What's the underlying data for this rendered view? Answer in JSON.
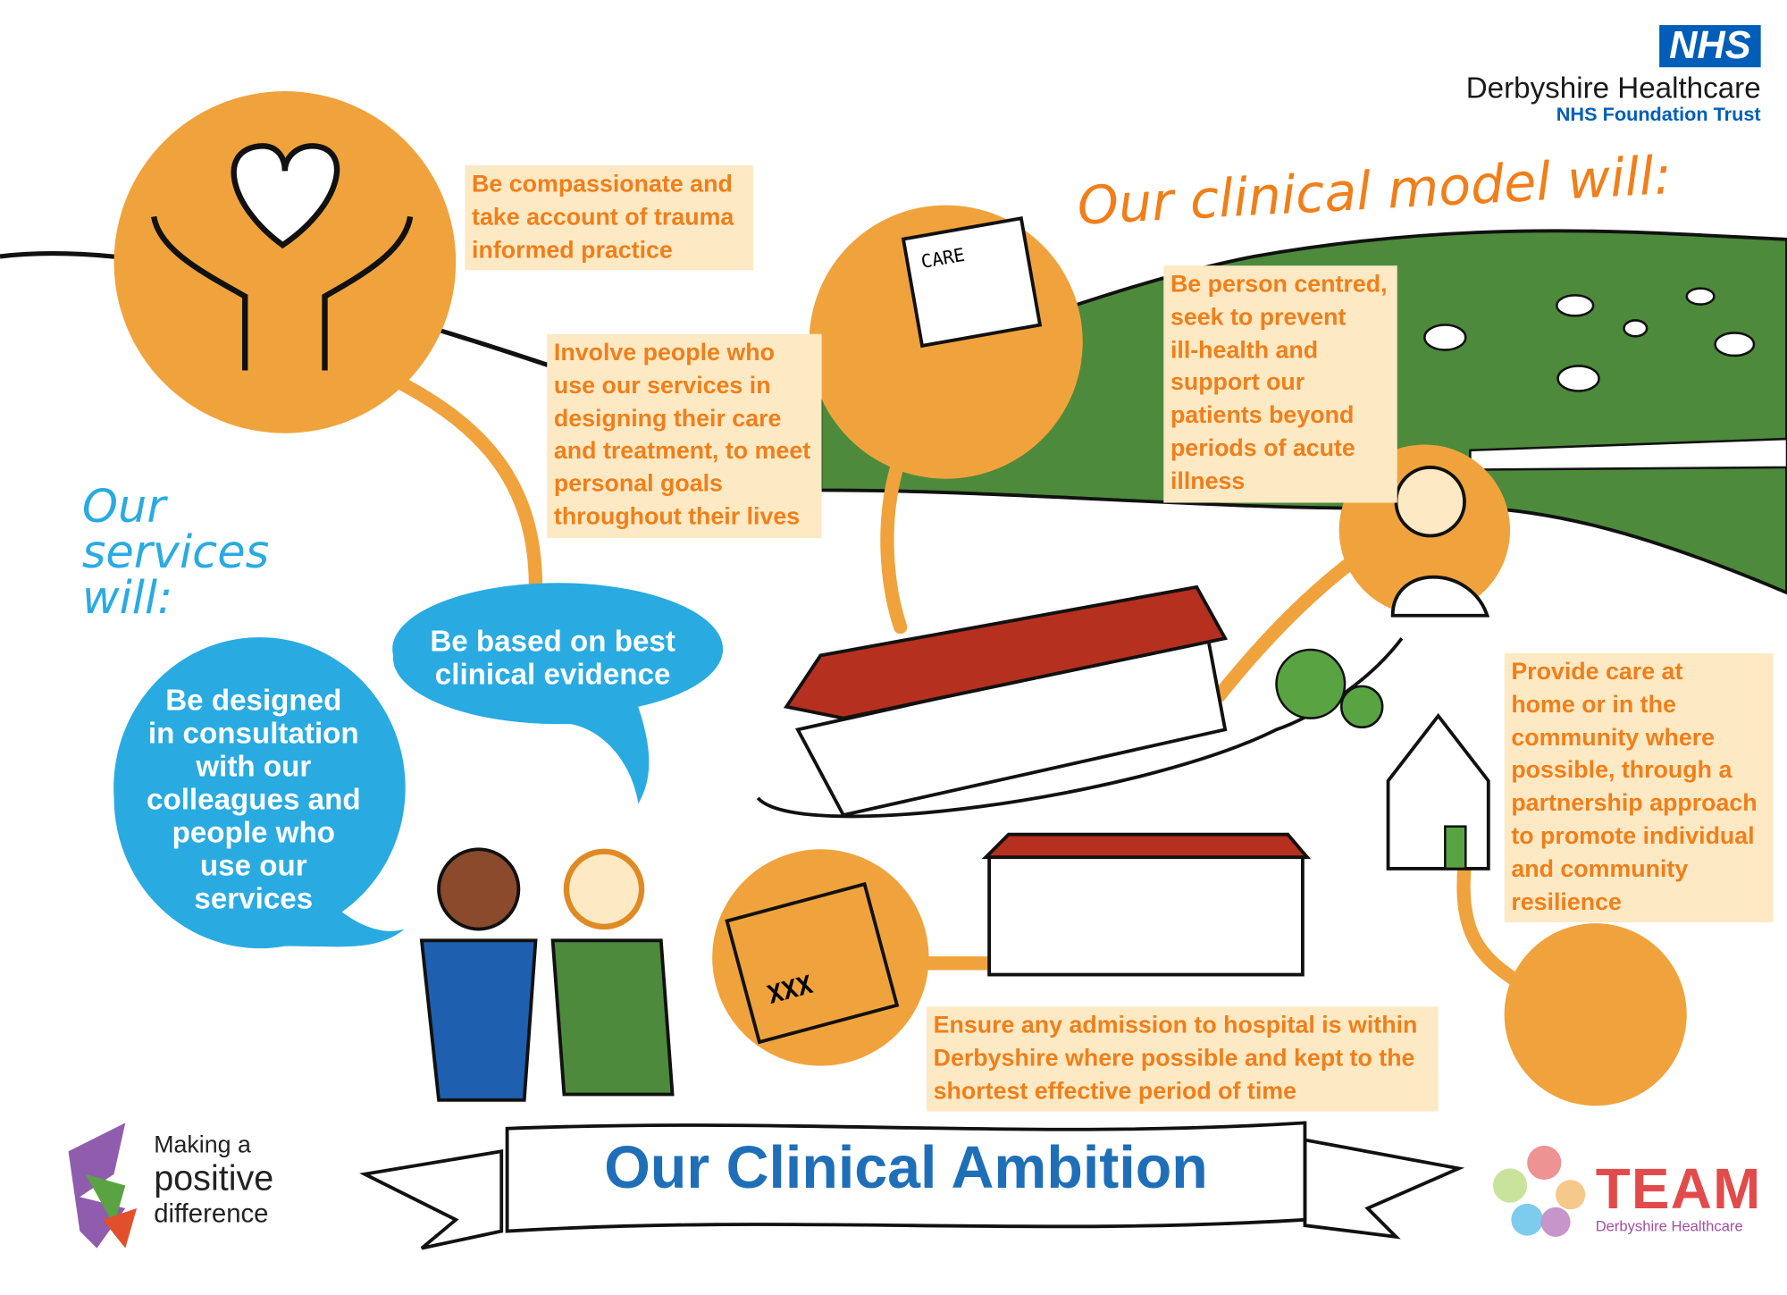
{
  "header": {
    "nhs_logo": "NHS",
    "org_name": "Derbyshire Healthcare",
    "org_sub": "NHS Foundation Trust"
  },
  "clinical_model": {
    "heading": "Our clinical model will:",
    "items": [
      {
        "lines": [
          "Be compassionate and",
          "take account of trauma",
          "informed practice"
        ]
      },
      {
        "lines": [
          "Involve people who",
          "use our services in",
          "designing their care",
          "and treatment, to meet",
          "personal goals",
          "throughout their lives"
        ]
      },
      {
        "lines": [
          "Be person centred,",
          "seek to prevent",
          "ill-health and",
          "support our",
          "patients beyond",
          "periods of acute",
          "illness"
        ]
      },
      {
        "lines": [
          "Provide care at",
          "home or in the",
          "community where",
          "possible, through a",
          "partnership approach",
          "to promote individual",
          "and community",
          "resilience"
        ]
      },
      {
        "lines": [
          "Ensure any admission to hospital is within",
          "Derbyshire where possible and kept to the",
          "shortest effective period of time"
        ]
      }
    ]
  },
  "services": {
    "heading": [
      "Our",
      "services",
      "will:"
    ],
    "bubble1": [
      "Be designed",
      "in consultation",
      "with our",
      "colleagues and",
      "people who",
      "use our",
      "services"
    ],
    "bubble2": [
      "Be based on best",
      "clinical evidence"
    ]
  },
  "illustration": {
    "care_sign": "CARE",
    "calendar_marks": "XXX"
  },
  "banner": {
    "title": "Our Clinical Ambition"
  },
  "footer": {
    "making_logo": [
      "Making a",
      "positive",
      "difference"
    ],
    "team_logo": "TEAM",
    "team_sub": "Derbyshire Healthcare"
  },
  "colors": {
    "orange": "#f0a33c",
    "orange_text": "#f07f1a",
    "box_bg": "#fde9c4",
    "blue": "#29abe2",
    "nhs_blue": "#005eb8",
    "green": "#4d8a3c"
  }
}
